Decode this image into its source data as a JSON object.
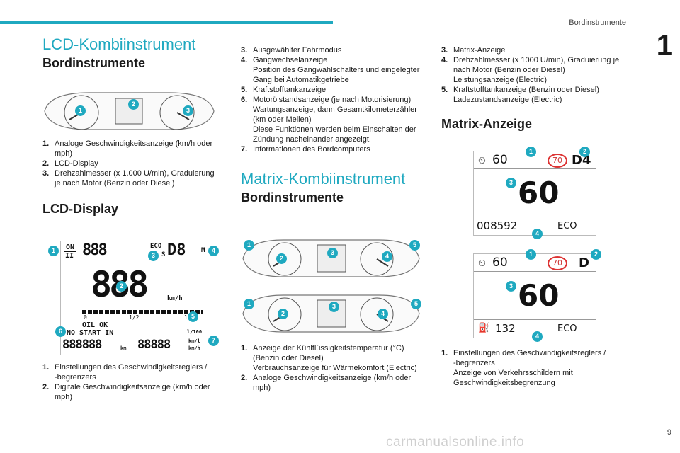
{
  "header": {
    "section": "Bordinstrumente",
    "chapter": "1",
    "page": "9"
  },
  "col1": {
    "title": "LCD-Kombiinstrument",
    "subtitle": "Bordinstrumente",
    "items": [
      {
        "n": "1.",
        "t": "Analoge Geschwindigkeitsanzeige (km/h oder mph)"
      },
      {
        "n": "2.",
        "t": "LCD-Display"
      },
      {
        "n": "3.",
        "t": "Drehzahlmesser (x 1.000 U/min), Graduierung je nach Motor (Benzin oder Diesel)"
      }
    ],
    "subtitle2": "LCD-Display",
    "lcd": {
      "on": "ON",
      "ii": "II",
      "eco": "ECO",
      "s": "S",
      "gear": "D8",
      "m": "M",
      "big": "888",
      "unit": "km/h",
      "zero": "0",
      "half": "1/2",
      "one": "1",
      "oil": "OIL OK",
      "nostart": "NO START IN",
      "cons": "l/100",
      "kml": "km/l",
      "kmh2": "km/h",
      "km": "km",
      "odo1": "888888",
      "odo2": "88888"
    },
    "items2": [
      {
        "n": "1.",
        "t": "Einstellungen des Geschwindigkeitsreglers /\n-begrenzers"
      },
      {
        "n": "2.",
        "t": "Digitale Geschwindigkeitsanzeige (km/h oder mph)"
      }
    ]
  },
  "col2": {
    "items": [
      {
        "n": "3.",
        "t": "Ausgewählter Fahrmodus"
      },
      {
        "n": "4.",
        "t": "Gangwechselanzeige\nPosition des Gangwahlschalters und eingelegter Gang bei Automatikgetriebe"
      },
      {
        "n": "5.",
        "t": "Kraftstofftankanzeige"
      },
      {
        "n": "6.",
        "t": "Motorölstandsanzeige (je nach Motorisierung)\nWartungsanzeige, dann Gesamtkilometerzähler (km oder Meilen)\nDiese Funktionen werden beim Einschalten der Zündung nacheinander angezeigt."
      },
      {
        "n": "7.",
        "t": "Informationen des Bordcomputers"
      }
    ],
    "title": "Matrix-Kombiinstrument",
    "subtitle": "Bordinstrumente",
    "items2": [
      {
        "n": "1.",
        "t": "Anzeige der Kühlflüssigkeitstemperatur (°C) (Benzin oder Diesel)\nVerbrauchsanzeige für Wärmekomfort (Electric)"
      },
      {
        "n": "2.",
        "t": "Analoge Geschwindigkeitsanzeige (km/h oder mph)"
      }
    ]
  },
  "col3": {
    "items": [
      {
        "n": "3.",
        "t": "Matrix-Anzeige"
      },
      {
        "n": "4.",
        "t": "Drehzahlmesser (x 1000 U/min), Graduierung je nach Motor (Benzin oder Diesel)\nLeistungsanzeige (Electric)"
      },
      {
        "n": "5.",
        "t": "Kraftstofftankanzeige (Benzin oder Diesel)\nLadezustandsanzeige (Electric)"
      }
    ],
    "subtitle": "Matrix-Anzeige",
    "matrix1": {
      "speed_set": "60",
      "limit": "70",
      "gear": "D4",
      "speed": "60",
      "odo": "008592",
      "mode": "ECO"
    },
    "matrix2": {
      "speed_set": "60",
      "limit": "70",
      "gear": "D",
      "speed": "60",
      "range": "132",
      "mode": "ECO"
    },
    "items2": [
      {
        "n": "1.",
        "t": "Einstellungen des Geschwindigkeitsreglers /\n-begrenzers\nAnzeige von Verkehrsschildern mit Geschwindigkeitsbegrenzung"
      }
    ]
  },
  "watermark": "carmanualsonline.info",
  "accent": "#1fa9c0"
}
